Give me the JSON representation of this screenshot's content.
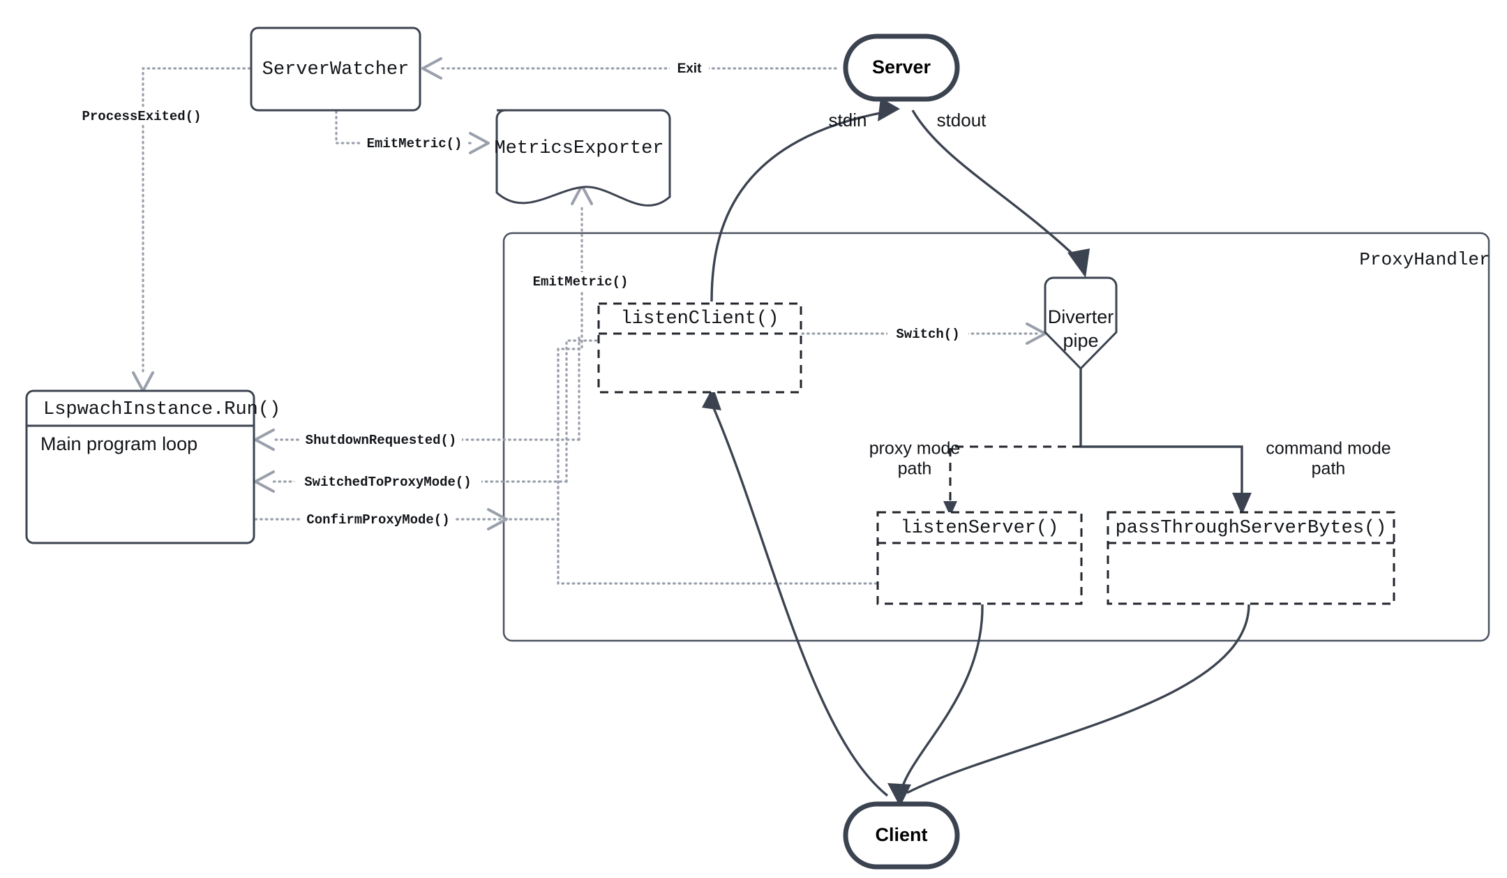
{
  "diagram": {
    "title": "ProxyHandler architecture flow",
    "colors": {
      "node_stroke": "#3c4350",
      "dotted_edge": "#9aa0ab",
      "dashed_box": "#20242b",
      "text": "#111418",
      "background": "#ffffff"
    }
  },
  "nodes": {
    "server_watcher": {
      "label": "ServerWatcher",
      "shape": "rounded-rect"
    },
    "metrics_exporter": {
      "label": "MetricsExporter",
      "shape": "document"
    },
    "server": {
      "label": "Server",
      "shape": "stadium"
    },
    "client": {
      "label": "Client",
      "shape": "stadium"
    },
    "lspwach_instance": {
      "title": "LspwachInstance.Run()",
      "body": "Main program loop",
      "shape": "rounded-rect-titled"
    },
    "diverter_pipe": {
      "line1": "Diverter",
      "line2": "pipe",
      "shape": "shield"
    },
    "listen_client": {
      "title": "listenClient()",
      "shape": "dashed-titled-rect"
    },
    "listen_server": {
      "title": "listenServer()",
      "shape": "dashed-titled-rect"
    },
    "pass_through": {
      "title": "passThroughServerBytes()",
      "shape": "dashed-titled-rect"
    }
  },
  "container": {
    "proxy_handler_label": "ProxyHandler"
  },
  "edge_labels": {
    "process_exited": "ProcessExited()",
    "emit_metric_watcher": "EmitMetric()",
    "emit_metric_proxy": "EmitMetric()",
    "exit": "Exit",
    "switch": "Switch()",
    "shutdown_requested": "ShutdownRequested()",
    "switched_to_proxy_mode": "SwitchedToProxyMode()",
    "confirm_proxy_mode": "ConfirmProxyMode()"
  },
  "io_labels": {
    "stdin": "stdin",
    "stdout": "stdout"
  },
  "path_labels": {
    "proxy_mode_line1": "proxy mode",
    "proxy_mode_line2": "path",
    "command_mode_line1": "command mode",
    "command_mode_line2": "path"
  }
}
